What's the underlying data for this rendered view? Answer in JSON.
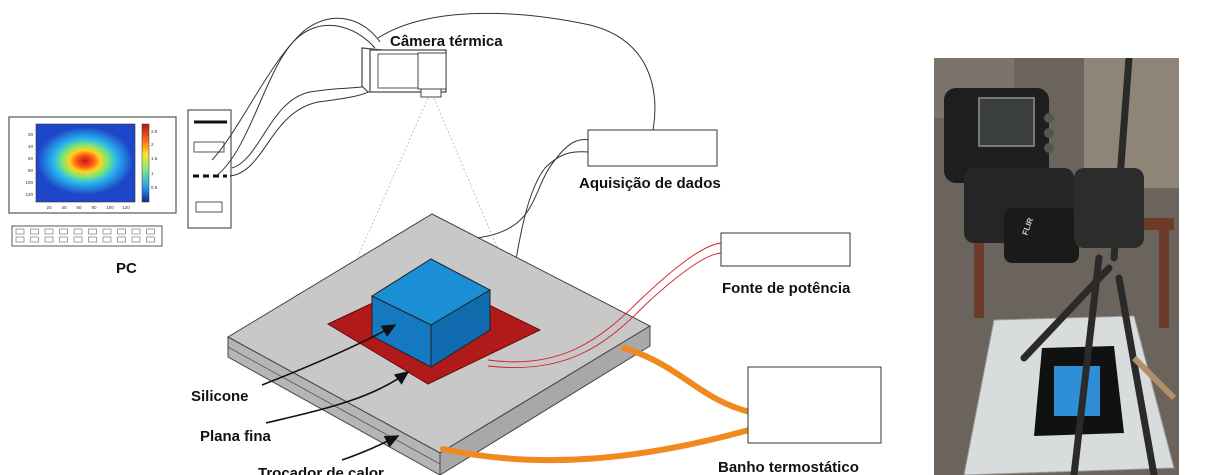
{
  "labels": {
    "camera": "Câmera térmica",
    "daq": "Aquisição de dados",
    "power": "Fonte de potência",
    "pc": "PC",
    "bath": "Banho termostático",
    "silicone": "Silicone",
    "plate": "Plana fina",
    "exchanger": "Trocador de calor"
  },
  "thermal_plot": {
    "y_ticks": [
      "20",
      "40",
      "60",
      "80",
      "100",
      "120"
    ],
    "x_ticks": [
      "20",
      "40",
      "60",
      "80",
      "100",
      "120"
    ],
    "colorbar_ticks": [
      "2.5",
      "2",
      "1.5",
      "1",
      "0.5"
    ]
  },
  "colors": {
    "silicone_block": "#1a8fd6",
    "heater_film": "#b01a1a",
    "plate": "#c8c8c8",
    "hose": "#f08a1e",
    "wire": "#d22020"
  },
  "photo": {
    "camera_brand": "FLIR"
  }
}
